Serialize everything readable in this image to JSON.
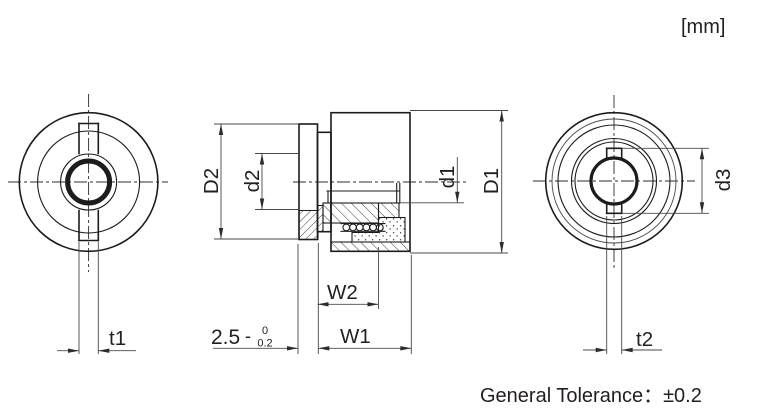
{
  "unit_label": "[mm]",
  "general_tolerance_note": "General Tolerance：±0.2",
  "line_color": "#231f20",
  "dimensions": {
    "D1": "D1",
    "D2": "D2",
    "d1": "d1",
    "d2": "d2",
    "d3": "d3",
    "W1": "W1",
    "W2": "W2",
    "t1": "t1",
    "t2": "t2",
    "flange_thickness": {
      "value": "2.5",
      "sign": "-",
      "tol_upper": "0",
      "tol_lower": "0.2"
    }
  },
  "views": {
    "left_view": "front view with flange slot, slot width t1",
    "section_view": "half cross-section with bearing balls and seal",
    "right_view": "rear view with bore keyway, keyway width t2, keyway diameter d3"
  }
}
